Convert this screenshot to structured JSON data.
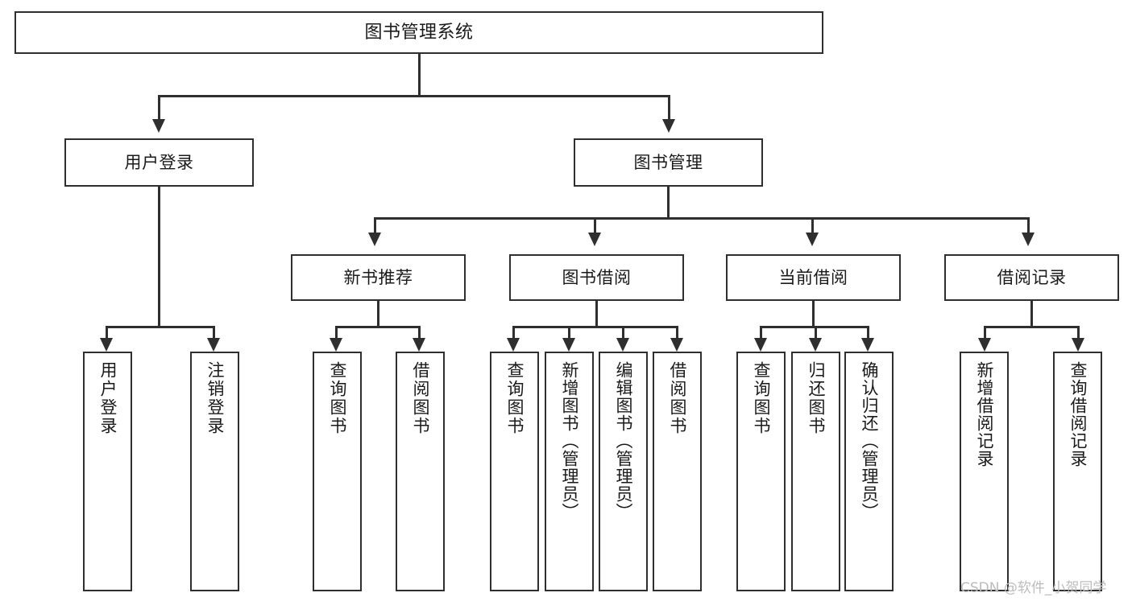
{
  "diagram": {
    "title": "图书管理系统",
    "type": "function-structure-tree",
    "root": {
      "label": "图书管理系统"
    },
    "level2": [
      {
        "label": "用户登录"
      },
      {
        "label": "图书管理"
      }
    ],
    "level3": [
      {
        "label": "新书推荐"
      },
      {
        "label": "图书借阅"
      },
      {
        "label": "当前借阅"
      },
      {
        "label": "借阅记录"
      }
    ],
    "leaves": {
      "user_login": [
        {
          "label": "用户登录"
        },
        {
          "label": "注销登录"
        }
      ],
      "new_book_recommend": [
        {
          "label": "查询图书"
        },
        {
          "label": "借阅图书"
        }
      ],
      "book_borrow": [
        {
          "label": "查询图书"
        },
        {
          "label": "新增图书（管理员）"
        },
        {
          "label": "编辑图书（管理员）"
        },
        {
          "label": "借阅图书"
        }
      ],
      "current_borrow": [
        {
          "label": "查询图书"
        },
        {
          "label": "归还图书"
        },
        {
          "label": "确认归还（管理员）"
        }
      ],
      "borrow_record": [
        {
          "label": "新增借阅记录"
        },
        {
          "label": "查询借阅记录"
        }
      ]
    }
  },
  "watermark": {
    "text": "CSDN @软件_小贺同学"
  },
  "colors": {
    "stroke": "#2f2f2f",
    "background": "#ffffff",
    "text": "#1a1a1a",
    "watermark": "#bcbcbc"
  }
}
